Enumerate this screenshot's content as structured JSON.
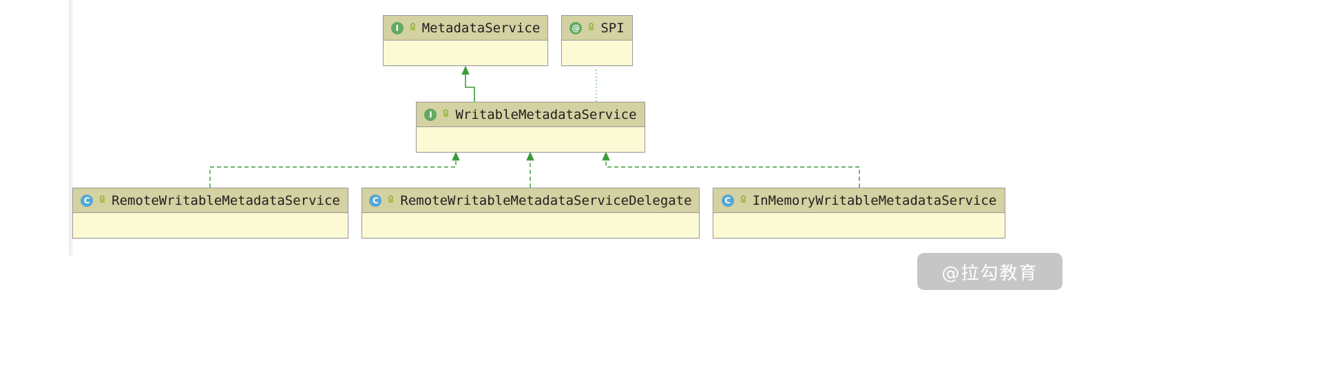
{
  "diagram": {
    "nodes": {
      "metadataService": {
        "label": "MetadataService",
        "kind": "interface",
        "badge": "I"
      },
      "spi": {
        "label": "SPI",
        "kind": "annotation",
        "badge": "@"
      },
      "writableMetadataService": {
        "label": "WritableMetadataService",
        "kind": "interface",
        "badge": "I"
      },
      "remoteWritableMetadataService": {
        "label": "RemoteWritableMetadataService",
        "kind": "class",
        "badge": "C"
      },
      "remoteWritableMetadataServiceDelegate": {
        "label": "RemoteWritableMetadataServiceDelegate",
        "kind": "class",
        "badge": "C"
      },
      "inMemoryWritableMetadataService": {
        "label": "InMemoryWritableMetadataService",
        "kind": "class",
        "badge": "C"
      }
    },
    "edges": [
      {
        "from": "WritableMetadataService",
        "to": "MetadataService",
        "type": "extends",
        "style": "solid-green-arrow"
      },
      {
        "from": "WritableMetadataService",
        "to": "SPI",
        "type": "annotated-by",
        "style": "dotted-green"
      },
      {
        "from": "RemoteWritableMetadataService",
        "to": "WritableMetadataService",
        "type": "implements",
        "style": "dashed-green-arrow"
      },
      {
        "from": "RemoteWritableMetadataServiceDelegate",
        "to": "WritableMetadataService",
        "type": "implements",
        "style": "dashed-green-arrow"
      },
      {
        "from": "InMemoryWritableMetadataService",
        "to": "WritableMetadataService",
        "type": "implements",
        "style": "dashed-green-arrow"
      }
    ],
    "colors": {
      "node_header": "#d4d1a2",
      "node_body": "#fbfad5",
      "node_border": "#9a9a9a",
      "edge_green": "#3a9a3a",
      "edge_dotted_green": "#8cc98c",
      "interface_icon_bg": "#62a962",
      "class_icon_bg": "#55a8d4",
      "annotation_icon_bg": "#62a962",
      "lock_icon": "#9ab048"
    }
  },
  "watermark": {
    "text": "@拉勾教育"
  }
}
